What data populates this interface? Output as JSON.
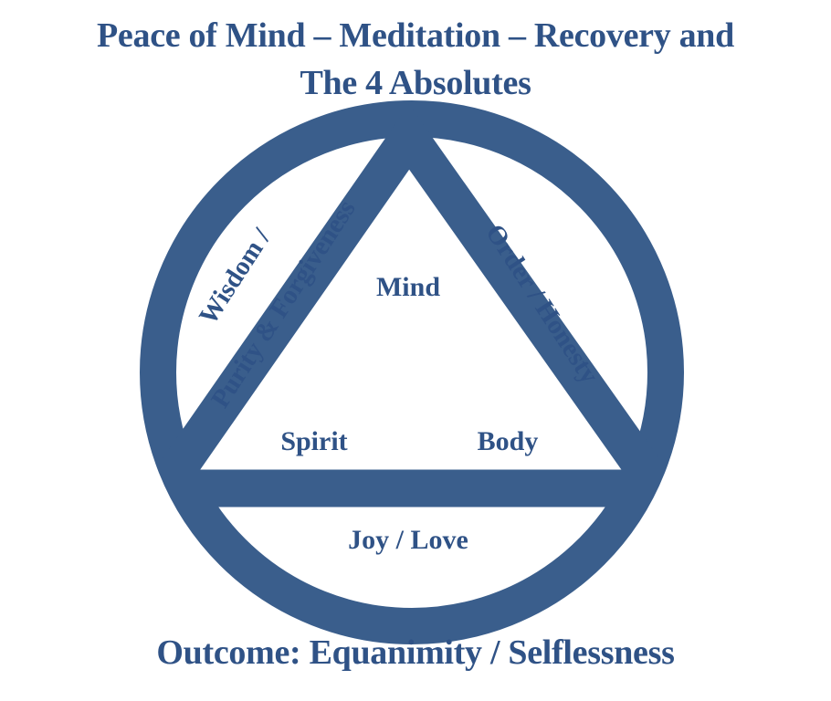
{
  "title": {
    "line1": "Peace of Mind – Meditation – Recovery and",
    "line2": "The 4 Absolutes"
  },
  "diagram": {
    "colors": {
      "shape": "#3a5e8c",
      "text": "#2f5286",
      "background": "#ffffff"
    },
    "shapes": [
      "circle",
      "triangle"
    ],
    "triangle_vertices": {
      "top": "Mind",
      "bottom_left": "Spirit",
      "bottom_right": "Body"
    },
    "sides": {
      "left": {
        "line1": "Wisdom /",
        "line2": "Purity & Forgiveness"
      },
      "right": "Order / Honesty",
      "bottom": "Joy / Love"
    }
  },
  "outcome": "Outcome: Equanimity / Selflessness"
}
